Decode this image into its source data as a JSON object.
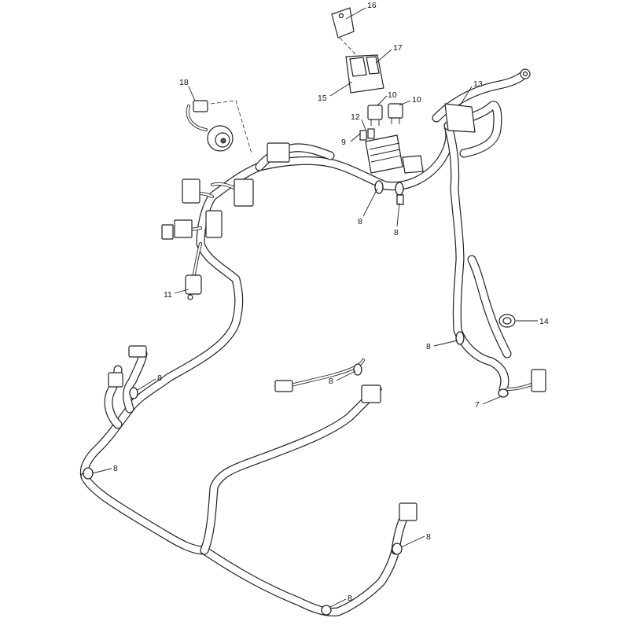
{
  "callouts": [
    {
      "label": "16"
    },
    {
      "label": "17"
    },
    {
      "label": "15"
    },
    {
      "label": "18"
    },
    {
      "label": "13"
    },
    {
      "label": "10"
    },
    {
      "label": "10"
    },
    {
      "label": "12"
    },
    {
      "label": "9"
    },
    {
      "label": "8"
    },
    {
      "label": "8"
    },
    {
      "label": "11"
    },
    {
      "label": "14"
    },
    {
      "label": "8"
    },
    {
      "label": "7"
    },
    {
      "label": "8"
    },
    {
      "label": "8"
    },
    {
      "label": "8"
    },
    {
      "label": "8"
    },
    {
      "label": "8"
    }
  ],
  "colors": {
    "line": "#222222",
    "background": "#ffffff"
  }
}
